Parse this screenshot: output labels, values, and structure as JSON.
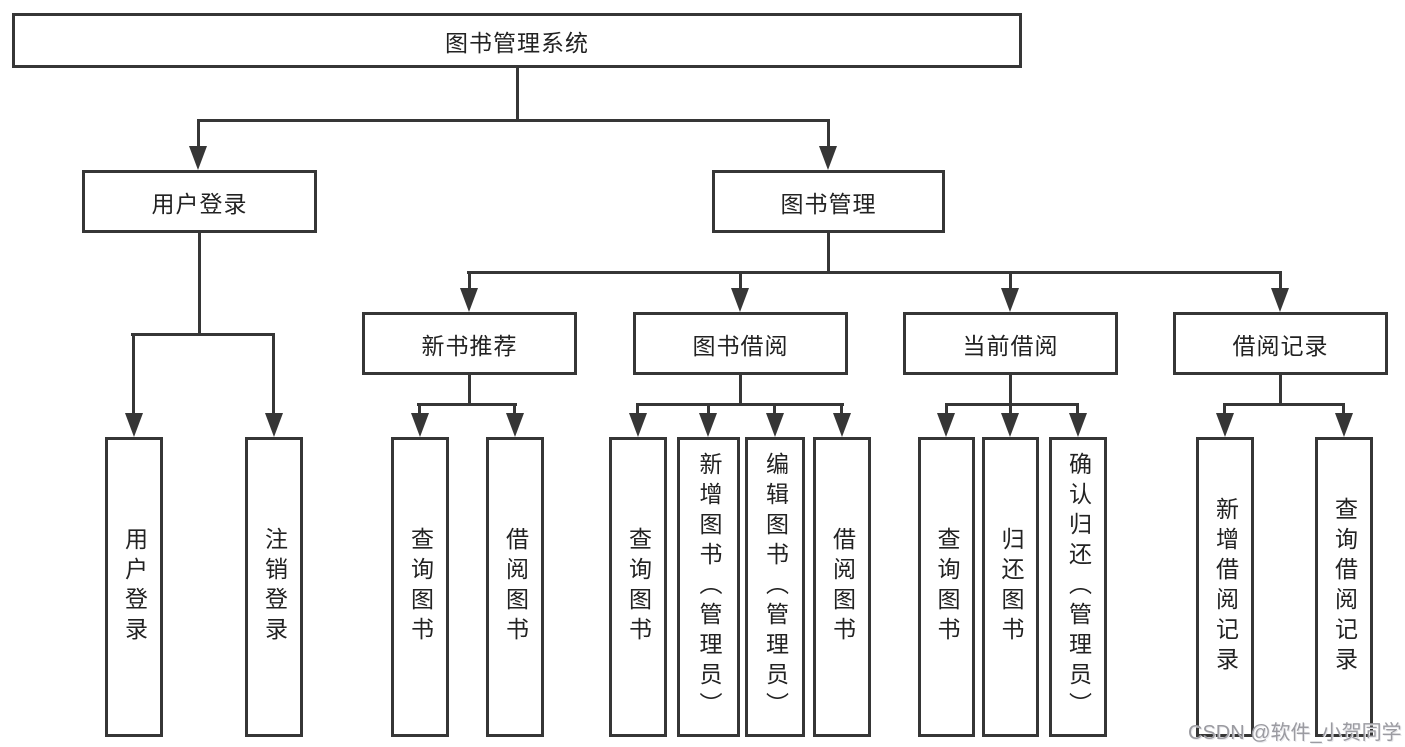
{
  "diagram": {
    "root": "图书管理系统",
    "level2": [
      "用户登录",
      "图书管理"
    ],
    "level3": [
      "新书推荐",
      "图书借阅",
      "当前借阅",
      "借阅记录"
    ],
    "leaves": {
      "login": [
        "用户登录",
        "注销登录"
      ],
      "recommend": [
        "查询图书",
        "借阅图书"
      ],
      "borrow": [
        "查询图书",
        "新增图书（管理员）",
        "编辑图书（管理员）",
        "借阅图书"
      ],
      "current": [
        "查询图书",
        "归还图书",
        "确认归还（管理员）"
      ],
      "records": [
        "新增借阅记录",
        "查询借阅记录"
      ]
    }
  },
  "watermark": "CSDN @软件_小贺同学",
  "colors": {
    "line": "#363636",
    "text": "#222222",
    "watermark": "#9b9ba1",
    "background": "#ffffff"
  }
}
